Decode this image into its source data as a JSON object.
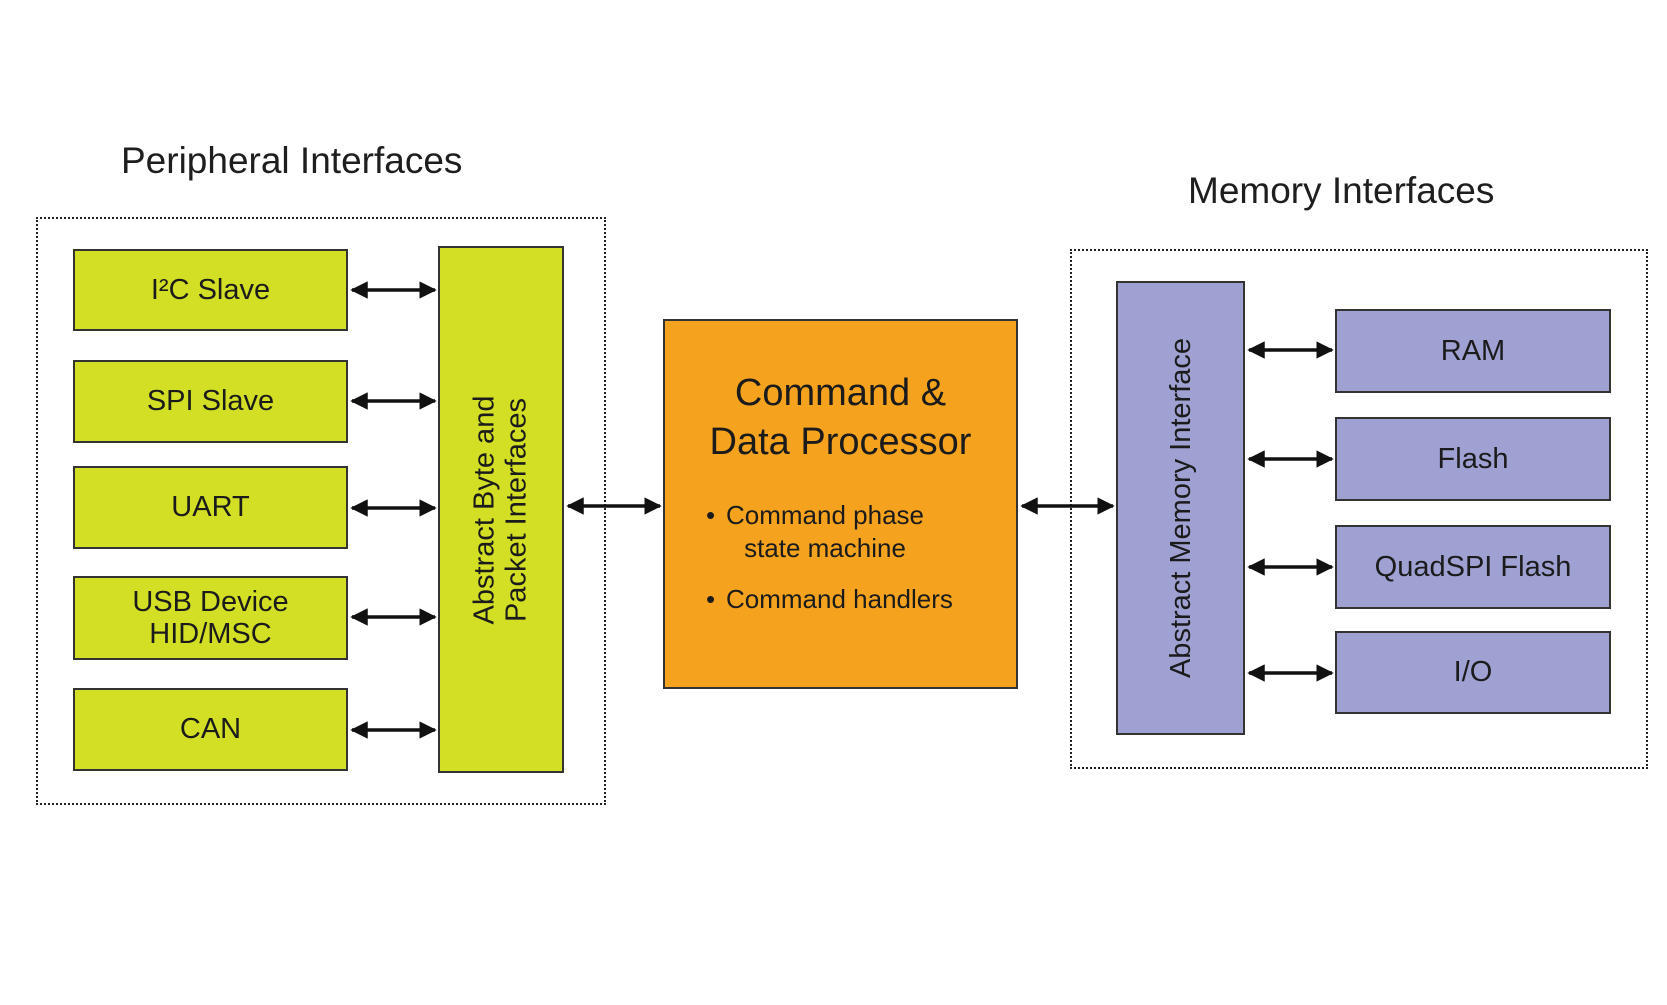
{
  "peripheral": {
    "heading": "Peripheral Interfaces",
    "items": [
      {
        "label": "I²C Slave"
      },
      {
        "label": "SPI Slave"
      },
      {
        "label": "UART"
      },
      {
        "label_line1": "USB Device",
        "label_line2": "HID/MSC"
      },
      {
        "label": "CAN"
      }
    ],
    "abstract_line1": "Abstract Byte and",
    "abstract_line2": "Packet Interfaces"
  },
  "processor": {
    "title_line1": "Command &",
    "title_line2": "Data Processor",
    "bullet1_line1": "Command phase",
    "bullet1_line2": "state machine",
    "bullet2": "Command handlers"
  },
  "memory": {
    "heading": "Memory Interfaces",
    "abstract": "Abstract Memory Interface",
    "items": [
      {
        "label": "RAM"
      },
      {
        "label": "Flash"
      },
      {
        "label": "QuadSPI Flash"
      },
      {
        "label": "I/O"
      }
    ]
  },
  "colors": {
    "peripheral_fill": "#d3df25",
    "memory_fill": "#9ea1d2",
    "processor_fill": "#f5a31f"
  }
}
